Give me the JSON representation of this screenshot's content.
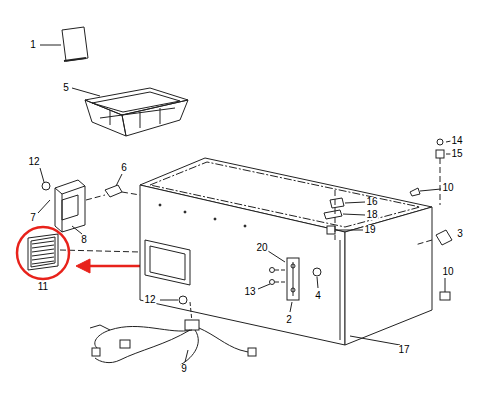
{
  "diagram": {
    "labels": [
      "1",
      "5",
      "12",
      "6",
      "7",
      "8",
      "11",
      "14",
      "15",
      "10",
      "16",
      "18",
      "19",
      "20",
      "3",
      "13",
      "4",
      "2",
      "10",
      "12",
      "9",
      "17"
    ]
  }
}
